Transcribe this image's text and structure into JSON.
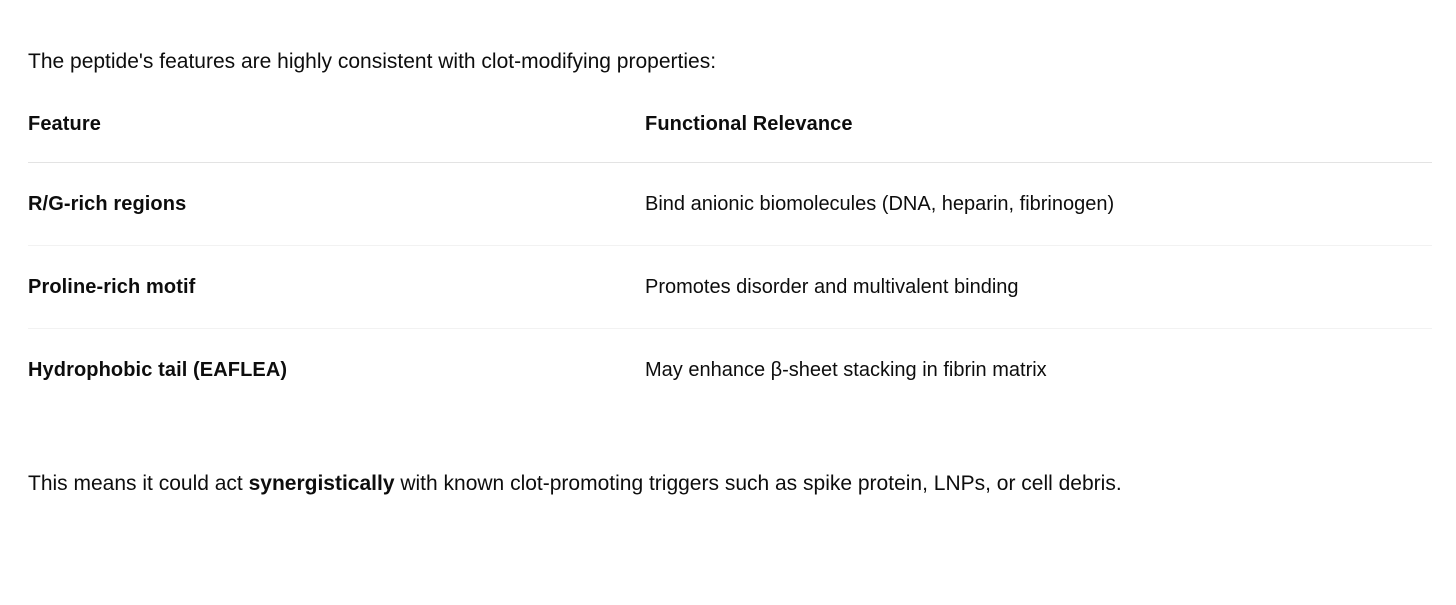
{
  "intro": {
    "text": "The peptide's features are highly consistent with clot-modifying properties:"
  },
  "table": {
    "columns": [
      {
        "key": "feature",
        "label": "Feature"
      },
      {
        "key": "relevance",
        "label": "Functional Relevance"
      }
    ],
    "rows": [
      {
        "feature": "R/G-rich regions",
        "relevance": "Bind anionic biomolecules (DNA, heparin, fibrinogen)"
      },
      {
        "feature": "Proline-rich motif",
        "relevance": "Promotes disorder and multivalent binding"
      },
      {
        "feature": "Hydrophobic tail (EAFLEA)",
        "relevance": "May enhance β-sheet stacking in fibrin matrix"
      }
    ]
  },
  "closing": {
    "lead": "This means it could act ",
    "emphasis": "synergistically",
    "tail": " with known clot-promoting triggers such as spike protein, LNPs, or cell debris."
  },
  "colors": {
    "background": "#ffffff",
    "text": "#0d0d0d",
    "header_divider": "#e3e3e3",
    "row_divider": "#f2f2f2"
  }
}
